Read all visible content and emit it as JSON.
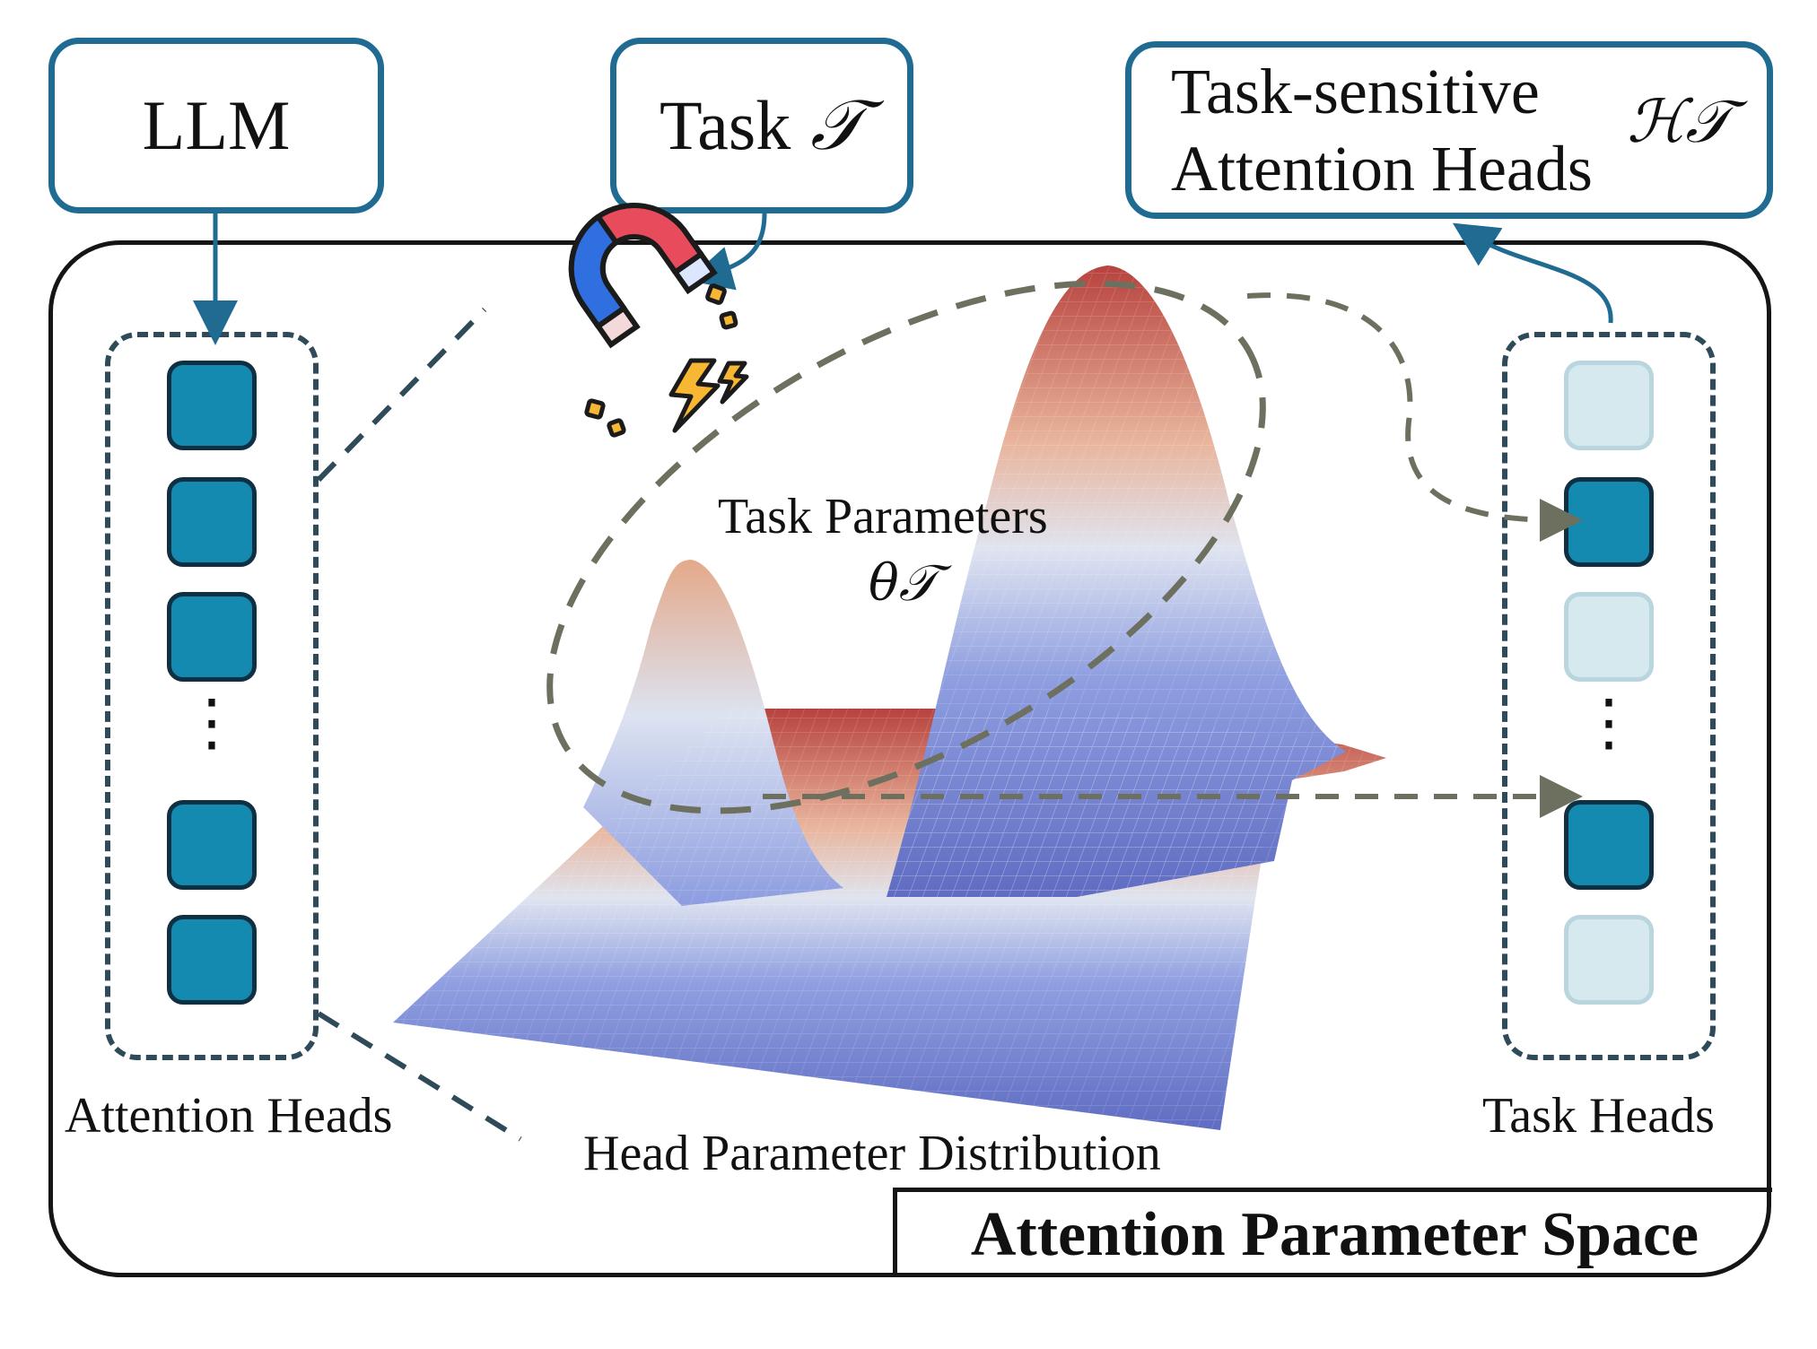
{
  "llm_box": {
    "label": "LLM"
  },
  "task_box": {
    "label": "Task",
    "symbol": "𝒯"
  },
  "sensitive_box": {
    "line1": "Task-sensitive",
    "line2": "Attention Heads",
    "symbol": "ℋ𝒯"
  },
  "left_column": {
    "caption": "Attention Heads",
    "heads": [
      "active",
      "active",
      "active",
      "ellipsis",
      "active",
      "active"
    ]
  },
  "right_column": {
    "caption": "Task Heads",
    "heads": [
      "inactive",
      "active",
      "inactive",
      "ellipsis",
      "active",
      "inactive"
    ]
  },
  "center": {
    "ellipse_label_line1": "Task Parameters",
    "ellipse_label_line2": "θ𝒯",
    "caption": "Head Parameter Distribution"
  },
  "space_title": "Attention Parameter Space",
  "colors": {
    "box_border": "#1f6b92",
    "head_active": "#148ab0",
    "head_inactive": "#d5e9ef",
    "surface_low": "#6b78c8",
    "surface_mid": "#dfe4f0",
    "surface_high": "#b9463f",
    "dashed_ellipse": "#6d705f"
  },
  "icons": [
    "magnet-icon"
  ]
}
